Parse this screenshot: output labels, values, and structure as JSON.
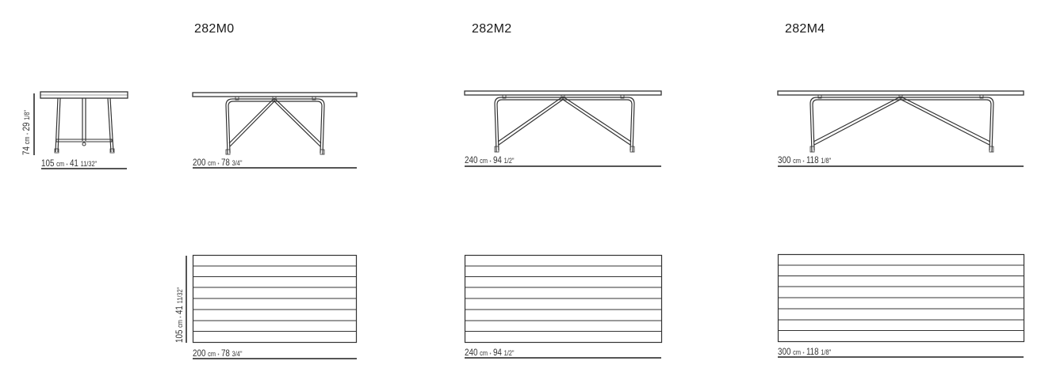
{
  "models": [
    {
      "code": "282M0",
      "elevation_dim": {
        "cm": "200",
        "cm_unit": "cm",
        "in_whole": "78",
        "in_frac": "3/4\""
      },
      "plan_width_dim": {
        "cm": "200",
        "cm_unit": "cm",
        "in_whole": "78",
        "in_frac": "3/4\""
      },
      "plan_depth_dim": {
        "cm": "105",
        "cm_unit": "cm",
        "in_whole": "41",
        "in_frac": "11/32\""
      }
    },
    {
      "code": "282M2",
      "elevation_dim": {
        "cm": "240",
        "cm_unit": "cm",
        "in_whole": "94",
        "in_frac": "1/2\""
      },
      "plan_width_dim": {
        "cm": "240",
        "cm_unit": "cm",
        "in_whole": "94",
        "in_frac": "1/2\""
      }
    },
    {
      "code": "282M4",
      "elevation_dim": {
        "cm": "300",
        "cm_unit": "cm",
        "in_whole": "118",
        "in_frac": "1/8\""
      },
      "plan_width_dim": {
        "cm": "300",
        "cm_unit": "cm",
        "in_whole": "118",
        "in_frac": "1/8\""
      }
    }
  ],
  "side_view": {
    "height_dim": {
      "cm": "74",
      "cm_unit": "cm",
      "in_whole": "29",
      "in_frac": "1/8\""
    },
    "depth_dim": {
      "cm": "105",
      "cm_unit": "cm",
      "in_whole": "41",
      "in_frac": "11/32\""
    }
  },
  "separator_glyph": "•",
  "colors": {
    "line": "#333333",
    "rule": "#555555",
    "background": "#ffffff"
  }
}
